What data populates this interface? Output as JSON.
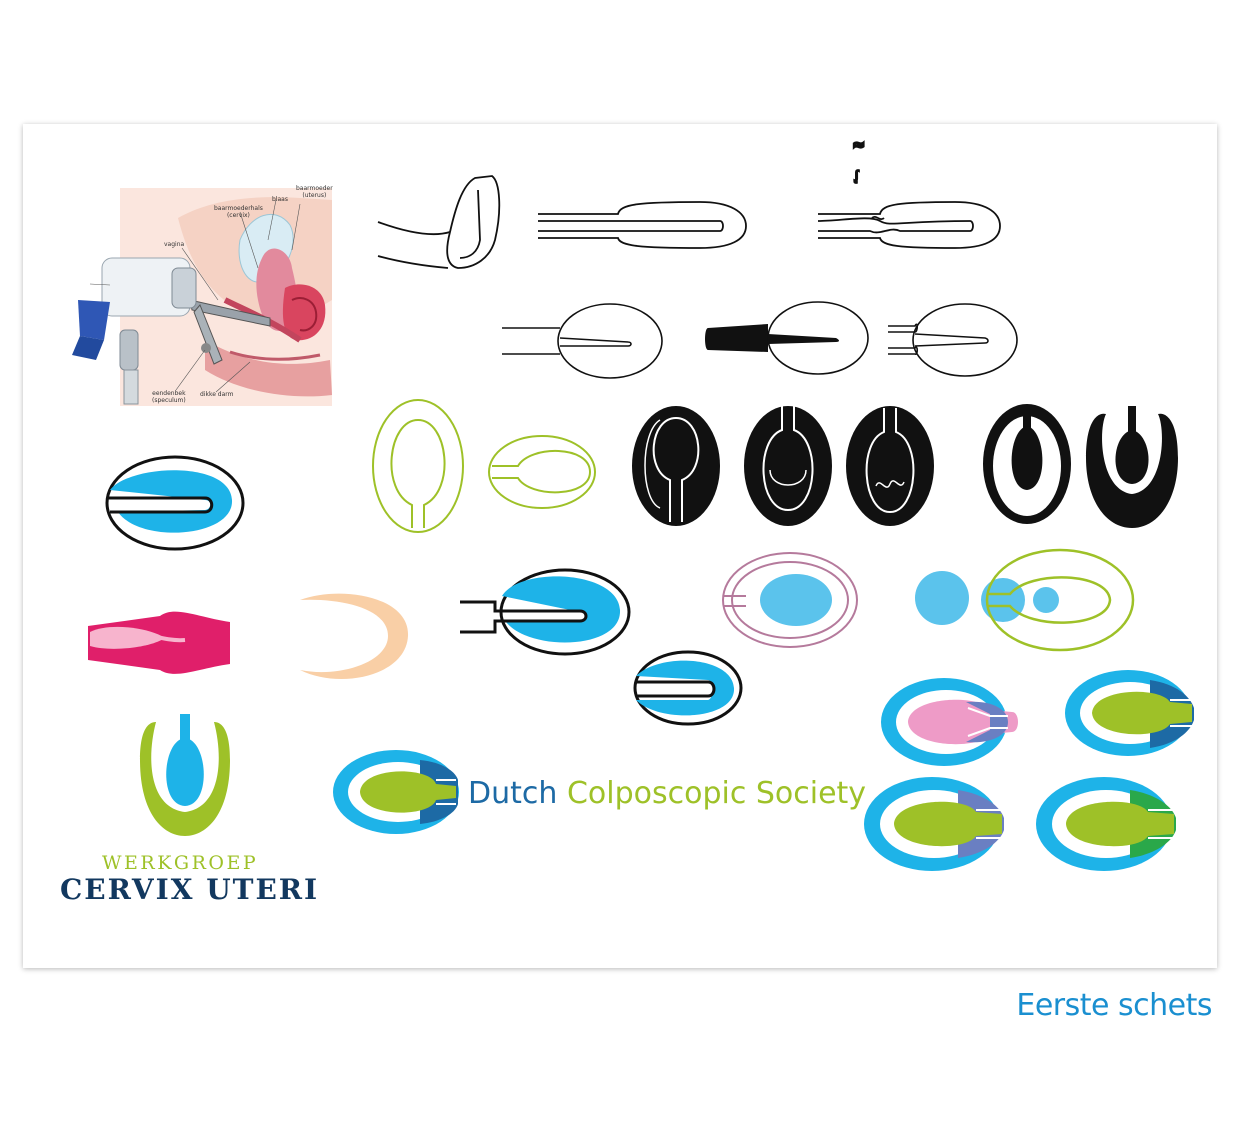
{
  "caption": "Eerste schets",
  "logo_dcs": {
    "word1": "Dutch",
    "word2": "Colposcopic Society"
  },
  "logo_werkgroep": {
    "line1": "WERKGROEP",
    "line2": "CERVIX UTERI"
  },
  "illustration_labels": {
    "uterus": "baarmoeder\n(uterus)",
    "bladder": "blaas",
    "cervix": "baarmoederhals\n(cervix)",
    "vagina": "vagina",
    "speculum": "eendenbek\n(speculum)",
    "colon": "dikke darm"
  },
  "colors": {
    "cyan": "#1eb3e8",
    "light_cyan": "#5bc3ec",
    "lime": "#9ec128",
    "navy": "#12385f",
    "pink": "#ee9bc7",
    "mauve": "#b57a9c",
    "blue": "#1d6aa5",
    "periwinkle": "#6a7fc2",
    "green": "#2aa84a",
    "peach": "#f9cfa6",
    "magenta": "#e01f6a"
  }
}
